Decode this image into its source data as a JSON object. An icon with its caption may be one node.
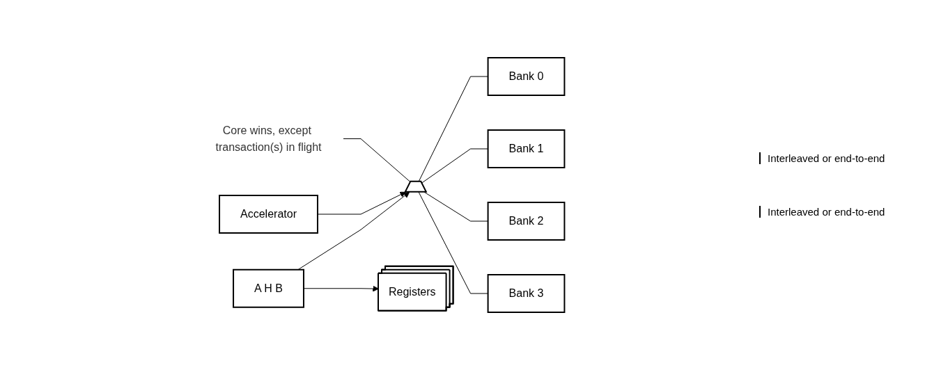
{
  "diagram": {
    "nodes": [
      {
        "text": [
          "A H B"
        ]
      },
      {
        "text": [
          "Core wins, except transaction(s) in flight"
        ]
      },
      {
        "text": [],
        "shape": "trapezoid"
      },
      {
        "text": [
          "Bank 0"
        ]
      },
      {
        "text": [
          "Bank 1"
        ]
      },
      {
        "text": [
          "Bank 2"
        ]
      },
      {
        "text": [
          "Bank 3"
        ]
      },
      {
        "text": [
          "Accelerator"
        ]
      },
      {
        "text": [
          "Registers"
        ]
      }
    ],
    "edges": [
      {
        "from": 0,
        "to": 2,
        "arrow": "to"
      },
      {
        "from": 0,
        "to": 8,
        "arrow": "to"
      },
      {
        "from": 7,
        "to": 2,
        "arrow": "to"
      },
      {
        "from": 1,
        "to": 2,
        "arrow": "none"
      },
      {
        "from": 2,
        "to": 3,
        "arrow": "none"
      },
      {
        "from": 2,
        "to": 4,
        "arrow": "none"
      },
      {
        "from": 2,
        "to": 5,
        "arrow": "none"
      },
      {
        "from": 2,
        "to": 6,
        "arrow": "none"
      }
    ],
    "labels": [
      "Interleaved or end-to-end",
      "Interleaved or end-to-end"
    ]
  }
}
